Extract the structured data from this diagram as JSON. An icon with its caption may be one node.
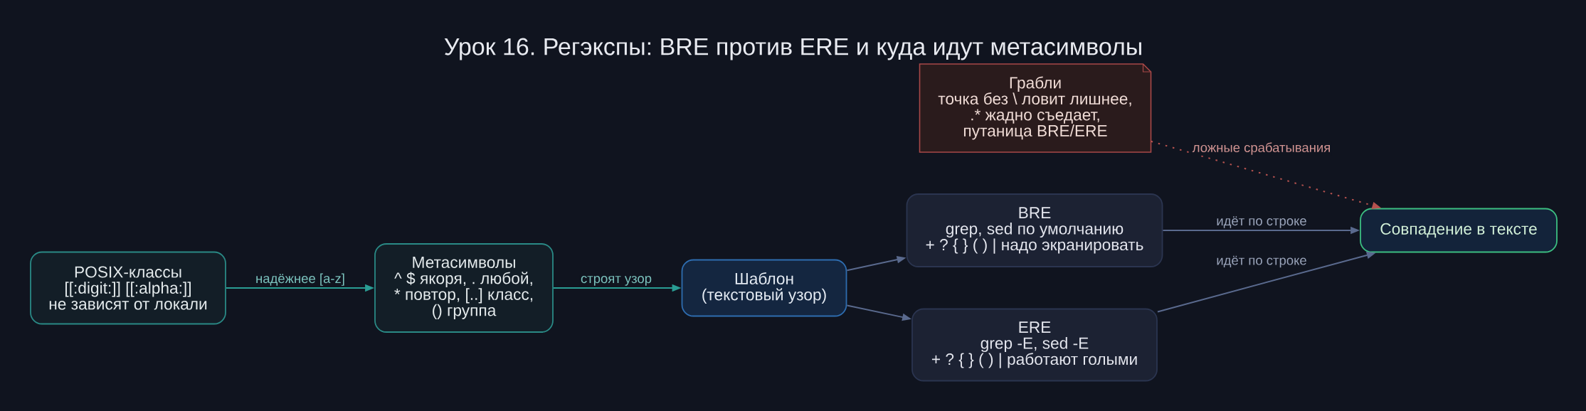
{
  "diagram": {
    "title": "Урок 16. Регэкспы: BRE против ERE и куда идут метасимволы",
    "nodes": [
      {
        "text": [
          "POSIX-классы",
          "[[:digit:]] [[:alpha:]] не зависят от локали"
        ]
      },
      {
        "text": [
          "Метасимволы",
          "^ $ якоря, . любой, * повтор, [..] класс, () группа"
        ]
      },
      {
        "text": [
          "Шаблон",
          "(текстовый узор)"
        ]
      },
      {
        "text": [
          "BRE",
          "grep, sed по умолчанию",
          "+ ? { } ( ) | надо экранировать"
        ]
      },
      {
        "text": [
          "ERE",
          "grep -E, sed -E",
          "+ ? { } ( ) | работают голыми"
        ]
      },
      {
        "text": [
          "Совпадение в тексте"
        ]
      },
      {
        "text": [
          "Грабли",
          "точка без \\ ловит лишнее, .* жадно съедает, путаница BRE/ERE"
        ]
      }
    ],
    "edges": [
      {
        "from": 0,
        "to": 1,
        "arrow": "to",
        "label": "надёжнее [a-z]",
        "color": "#2a9d94"
      },
      {
        "from": 1,
        "to": 2,
        "arrow": "to",
        "label": "строят узор",
        "color": "#2a9d94"
      },
      {
        "from": 2,
        "to": 3,
        "arrow": "to"
      },
      {
        "from": 2,
        "to": 4,
        "arrow": "to"
      },
      {
        "from": 3,
        "to": 5,
        "arrow": "to",
        "label": "идёт по строке"
      },
      {
        "from": 4,
        "to": 5,
        "arrow": "to",
        "label": "идёт по строке"
      },
      {
        "from": 6,
        "to": 5,
        "arrow": "to",
        "label": "ложные срабатывания",
        "style": "dashed",
        "color": "#b5524f"
      }
    ]
  }
}
